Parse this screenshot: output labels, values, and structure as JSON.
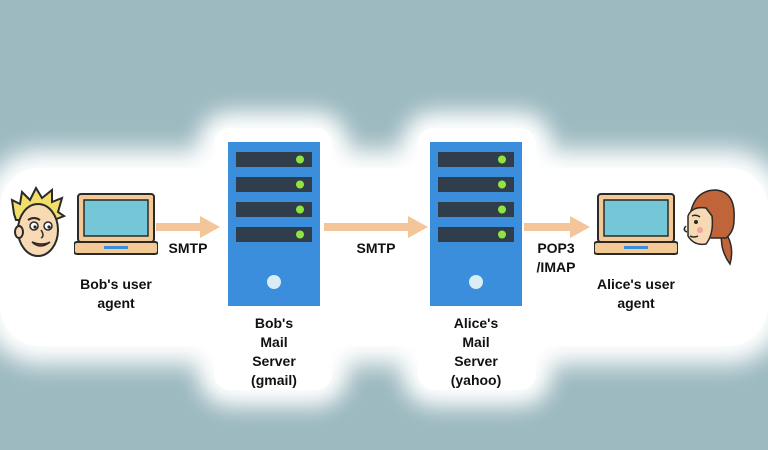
{
  "labels": {
    "bob_agent": "Bob's user\nagent",
    "arrow1": "SMTP",
    "bob_server": "Bob's\nMail\nServer\n(gmail)",
    "arrow2": "SMTP",
    "alice_server": "Alice's\nMail\nServer\n(yahoo)",
    "arrow3": "POP3\n/IMAP",
    "alice_agent": "Alice's user\nagent"
  },
  "colors": {
    "background": "#9dbac1",
    "server": "#3b8edb",
    "drive": "#2f3e4a",
    "led": "#8ee53f",
    "arrow": "#f4c59a",
    "laptop_body": "#f3c995",
    "laptop_screen": "#75c7d8"
  },
  "icons": [
    "bob-avatar-icon",
    "laptop-icon",
    "server-icon",
    "alice-avatar-icon"
  ]
}
